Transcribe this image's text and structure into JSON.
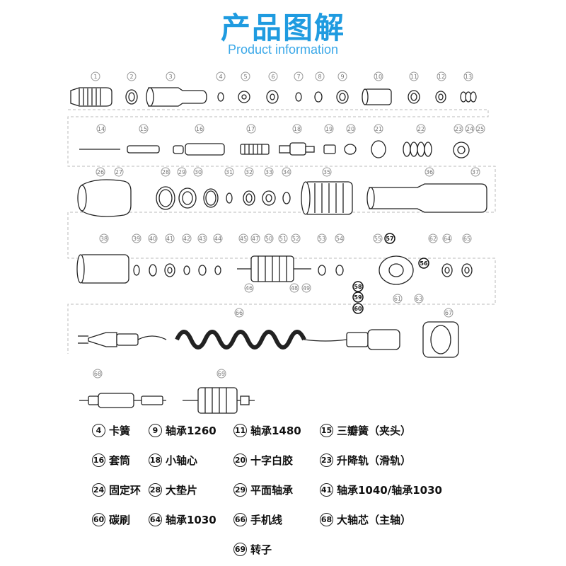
{
  "header": {
    "title": "产品图解",
    "subtitle": "Product information"
  },
  "diagram": {
    "part_numbers": [
      "1",
      "2",
      "3",
      "4",
      "5",
      "6",
      "7",
      "8",
      "9",
      "10",
      "11",
      "12",
      "13",
      "14",
      "15",
      "16",
      "17",
      "18",
      "19",
      "20",
      "21",
      "22",
      "23",
      "24",
      "25",
      "26",
      "27",
      "28",
      "29",
      "30",
      "31",
      "32",
      "33",
      "34",
      "35",
      "36",
      "37",
      "38",
      "39",
      "40",
      "41",
      "42",
      "43",
      "44",
      "45",
      "46",
      "47",
      "48",
      "49",
      "50",
      "51",
      "52",
      "53",
      "54",
      "55",
      "56",
      "57",
      "58",
      "59",
      "60",
      "61",
      "62",
      "63",
      "64",
      "65",
      "66",
      "67",
      "68",
      "69"
    ]
  },
  "legend": [
    {
      "num": "4",
      "text": "卡簧"
    },
    {
      "num": "9",
      "text": "轴承1260"
    },
    {
      "num": "11",
      "text": "轴承1480"
    },
    {
      "num": "15",
      "text": "三瓣簧（夹头）"
    },
    {
      "num": "16",
      "text": "套筒"
    },
    {
      "num": "18",
      "text": "小轴心"
    },
    {
      "num": "20",
      "text": "十字白胶"
    },
    {
      "num": "23",
      "text": "升降轨（滑轨）"
    },
    {
      "num": "24",
      "text": "固定环"
    },
    {
      "num": "28",
      "text": "大垫片"
    },
    {
      "num": "29",
      "text": "平面轴承"
    },
    {
      "num": "41",
      "text": "轴承1040/轴承1030"
    },
    {
      "num": "60",
      "text": "碳刷"
    },
    {
      "num": "64",
      "text": "轴承1030"
    },
    {
      "num": "66",
      "text": "手机线"
    },
    {
      "num": "68",
      "text": "大轴芯（主轴）"
    },
    {
      "num": "69",
      "text": "转子"
    }
  ]
}
